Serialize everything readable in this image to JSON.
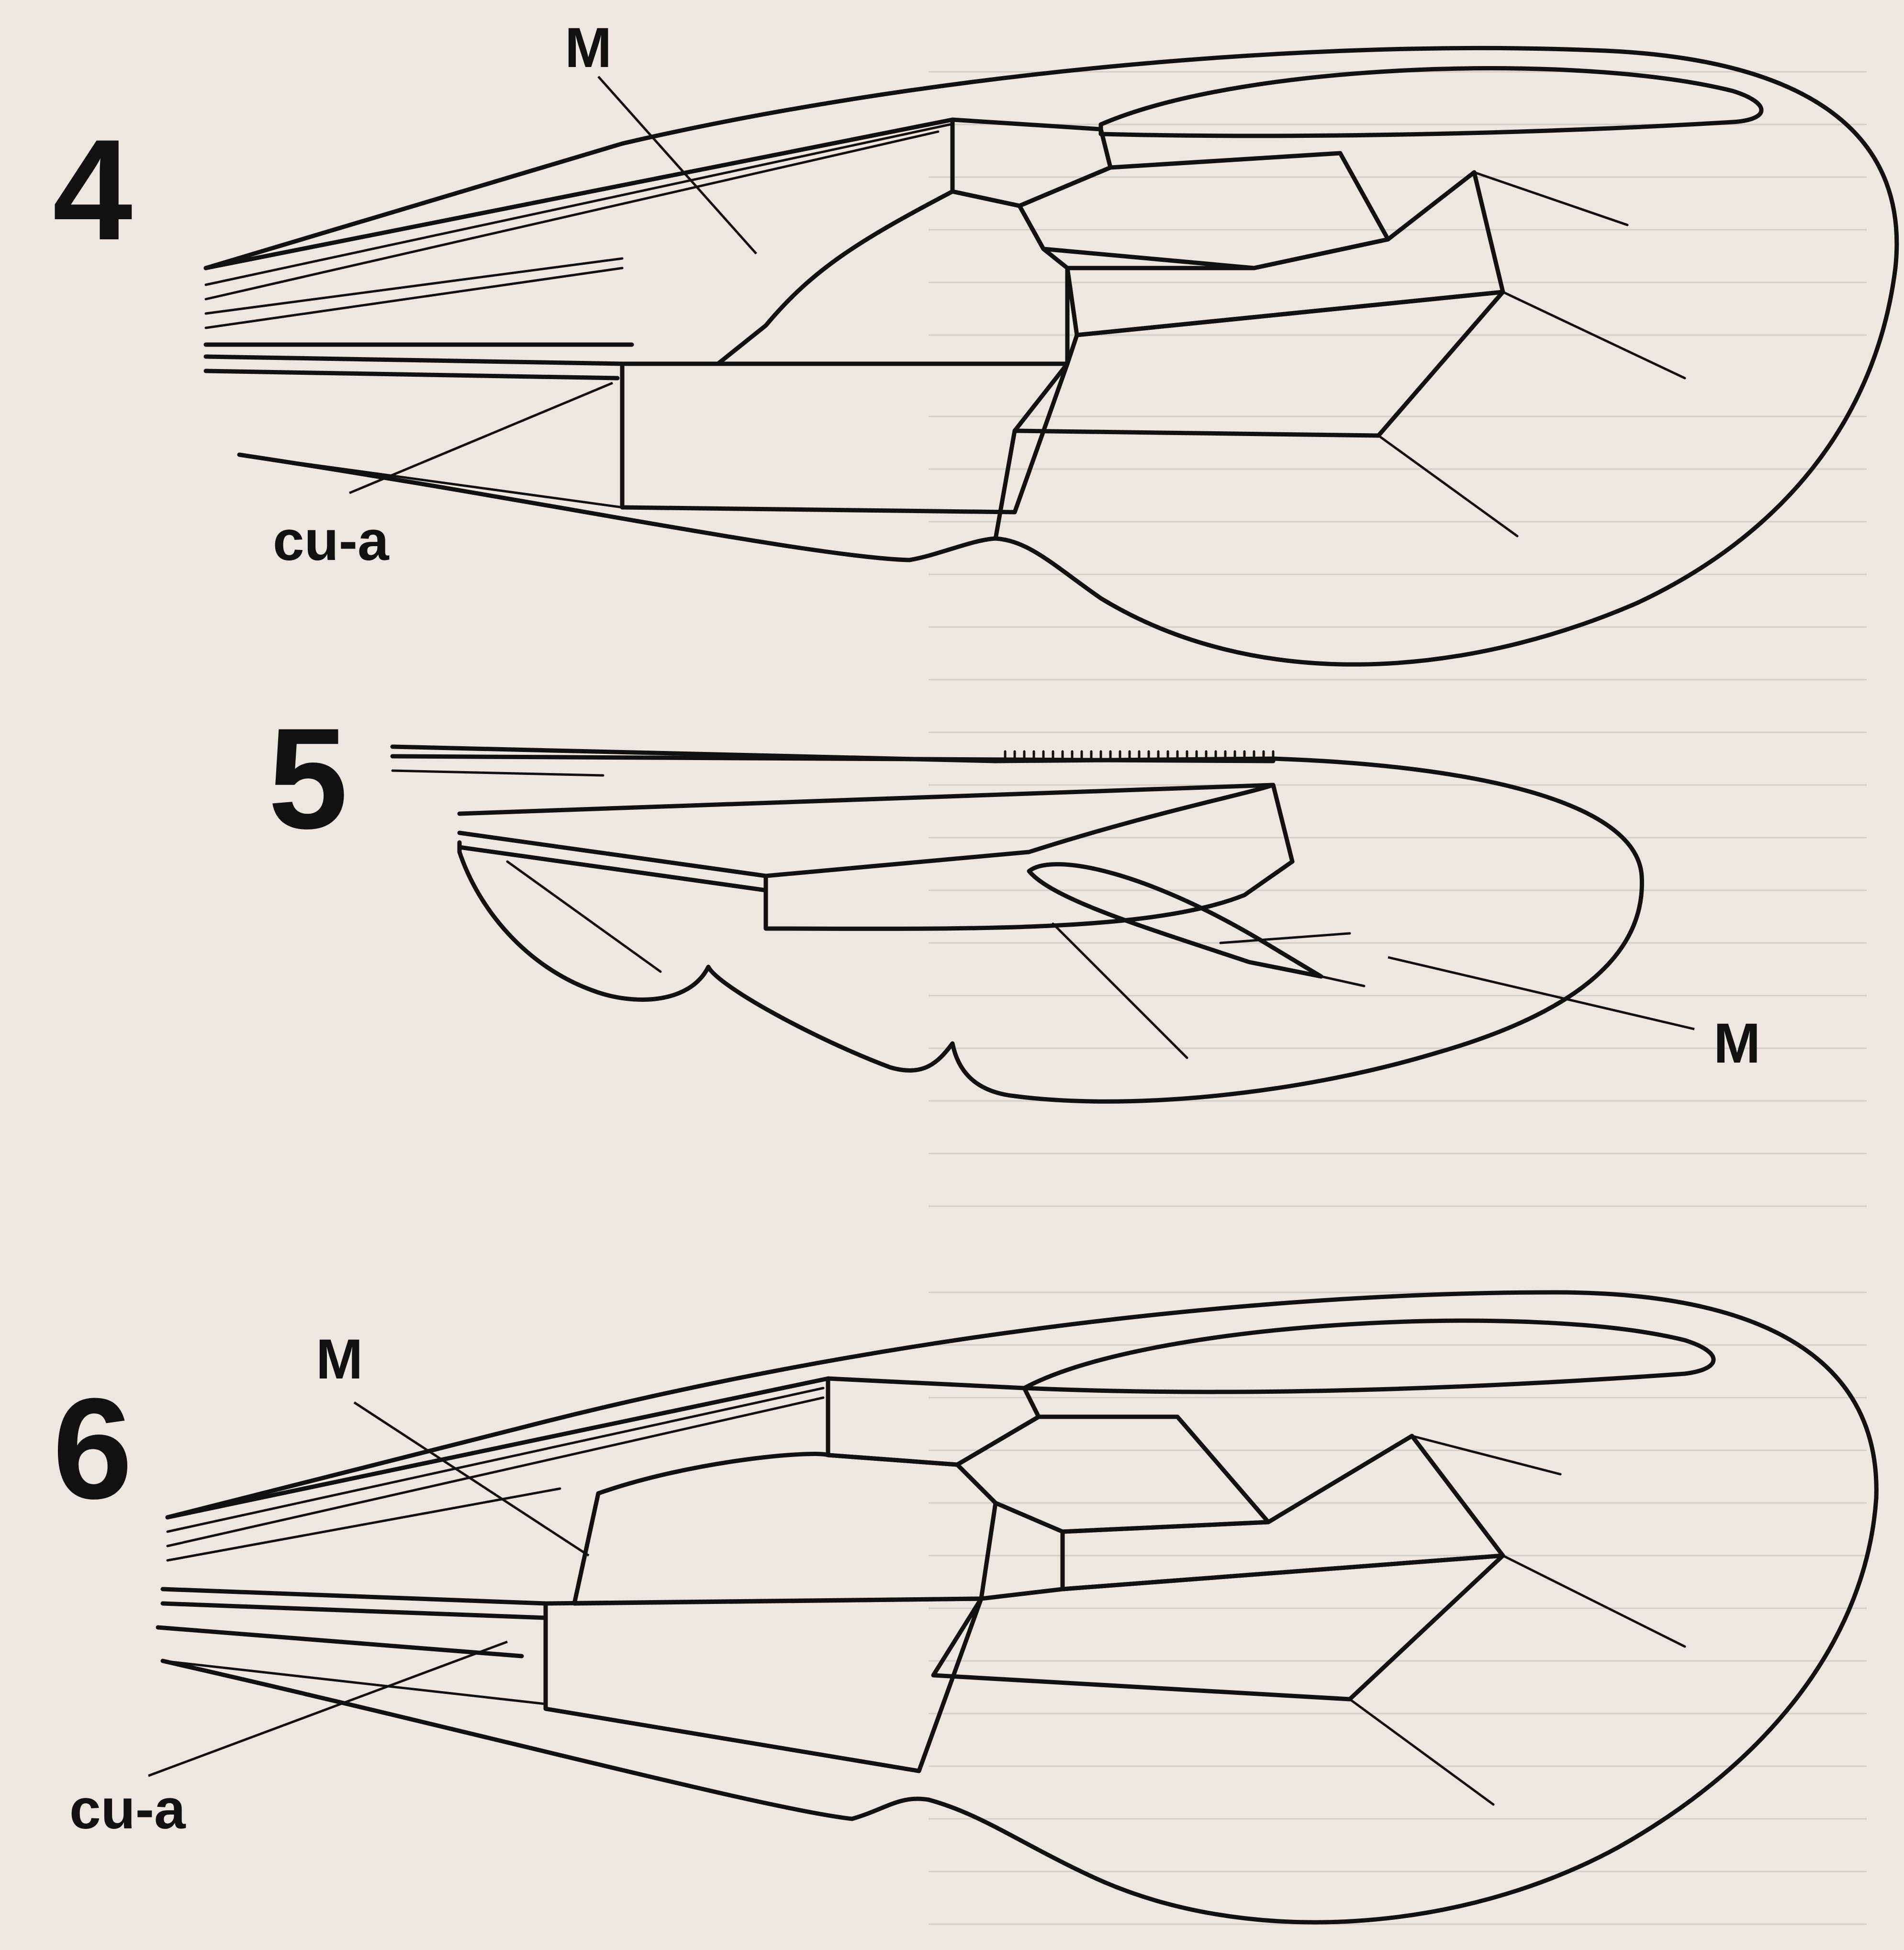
{
  "figures": [
    {
      "number": "4",
      "labels": {
        "vein_m": "M",
        "cu_a": "cu-a"
      }
    },
    {
      "number": "5",
      "labels": {
        "vein_m": "M"
      }
    },
    {
      "number": "6",
      "labels": {
        "vein_m": "M",
        "cu_a": "cu-a"
      }
    }
  ],
  "colors": {
    "paper": "#ece7e1",
    "ink": "#111111",
    "background_text": "#b9b2ab"
  }
}
